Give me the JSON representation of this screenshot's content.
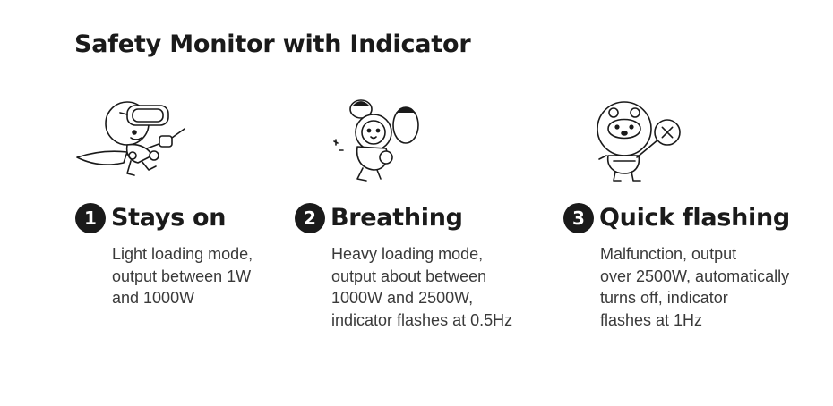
{
  "page": {
    "title": "Safety Monitor with Indicator"
  },
  "modes": [
    {
      "number": "1",
      "title": "Stays on",
      "description_lines": [
        "Light loading mode,",
        "output between 1W",
        "and 1000W"
      ],
      "illustration_icon": "astronaut-flying-icon"
    },
    {
      "number": "2",
      "title": "Breathing",
      "description_lines": [
        "Heavy loading mode,",
        "output about between",
        "1000W and 2500W,",
        "indicator flashes at 0.5Hz"
      ],
      "illustration_icon": "astronaut-jetpack-icon"
    },
    {
      "number": "3",
      "title": "Quick flashing",
      "description_lines": [
        "Malfunction, output",
        "over 2500W, automatically",
        "turns off, indicator",
        "flashes at 1Hz"
      ],
      "illustration_icon": "bear-astronaut-stop-sign-icon"
    }
  ],
  "colors": {
    "text": "#1a1a1a",
    "body_text": "#3a3a3a",
    "badge_bg": "#1a1a1a",
    "badge_text": "#ffffff",
    "background": "#ffffff"
  }
}
